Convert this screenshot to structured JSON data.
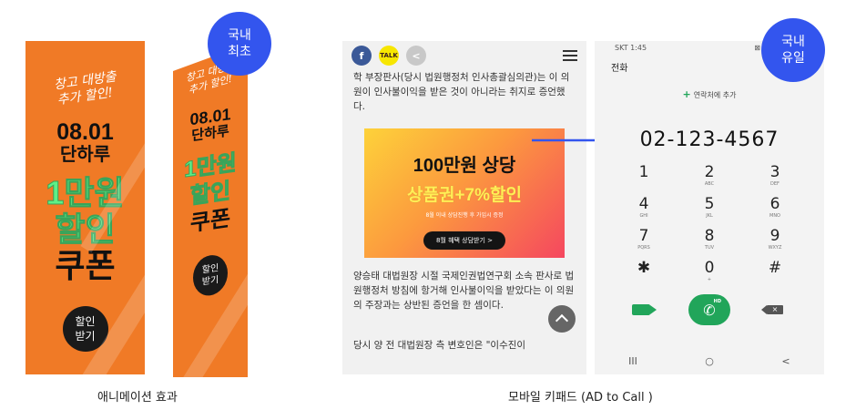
{
  "banner_animated": {
    "script_lines": [
      "창고 대방출",
      "추가 할인!"
    ],
    "date": "08.01",
    "day": "단하루",
    "amount": "1만원",
    "discount": "할인",
    "coupon": "쿠폰",
    "button_lines": [
      "할인",
      "받기"
    ]
  },
  "bubbles": {
    "first": "국내\n최초",
    "unique": "국내\n유일"
  },
  "captions": {
    "animation": "애니메이션 효과",
    "keypad": "모바일 키패드 (AD to Call )"
  },
  "article": {
    "share": {
      "facebook": "f",
      "kakao": "TALK",
      "share": "<"
    },
    "para_top": "학 부장판사(당시 법원행정처 인사총괄심의관)는 이 의원이 인사불이익을 받은 것이 아니라는 취지로 증언했다.",
    "para_bottom": "양승태 대법원장 시절 국제인권법연구회 소속 판사로 법원행정처 방침에 항거해 인사불이익을 받았다는 이 의원의 주장과는 상반된 증언을 한 셈이다.",
    "para_last": "당시 양 전 대법원장 측 변호인은 \"이수진이"
  },
  "ad": {
    "title": "100만원 상당",
    "subtitle": "상품권+7%할인",
    "note": "8월 이내 상담진행 후 가입시 증정",
    "button": "8월 혜택 상담받기 >"
  },
  "phone": {
    "carrier_time": "SKT 1:45",
    "status_right": "⊠ ull",
    "title": "전화",
    "add_contact": "연락처에 추가",
    "number": "02-123-4567",
    "keys": [
      {
        "d": "1",
        "l": ""
      },
      {
        "d": "2",
        "l": "ABC"
      },
      {
        "d": "3",
        "l": "DEF"
      },
      {
        "d": "4",
        "l": "GHI"
      },
      {
        "d": "5",
        "l": "JKL"
      },
      {
        "d": "6",
        "l": "MNO"
      },
      {
        "d": "7",
        "l": "PQRS"
      },
      {
        "d": "8",
        "l": "TUV"
      },
      {
        "d": "9",
        "l": "WXYZ"
      },
      {
        "d": "✱",
        "l": ""
      },
      {
        "d": "0",
        "l": "+"
      },
      {
        "d": "#",
        "l": ""
      }
    ],
    "call_hd": "HD",
    "nav": [
      "III",
      "○",
      "<"
    ]
  },
  "colors": {
    "banner_orange": "#f07a26",
    "banner_green": "#5ef087",
    "bubble_blue": "#3355ee",
    "call_green": "#21a55a"
  }
}
